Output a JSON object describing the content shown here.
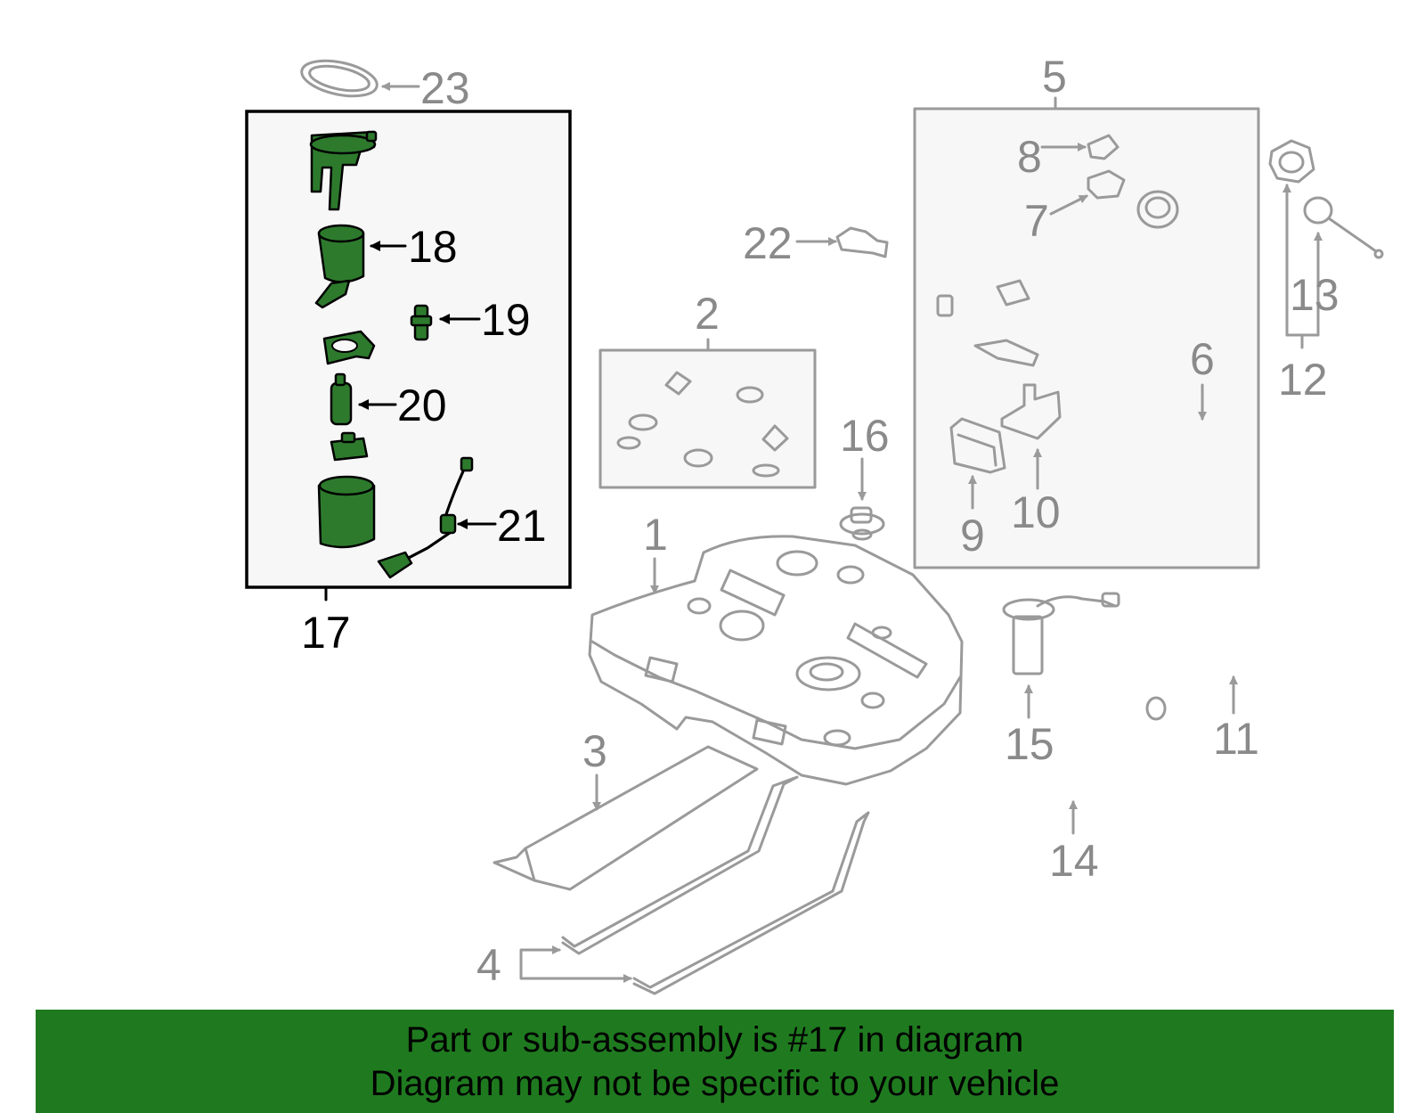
{
  "colors": {
    "highlight": "#2d7a2d",
    "banner": "#1f7a1f",
    "part_line": "#9a9a9a"
  },
  "callouts": {
    "c1": "1",
    "c2": "2",
    "c3": "3",
    "c4": "4",
    "c5": "5",
    "c6": "6",
    "c7": "7",
    "c8": "8",
    "c9": "9",
    "c10": "10",
    "c11": "11",
    "c12": "12",
    "c13": "13",
    "c14": "14",
    "c15": "15",
    "c16": "16",
    "c17": "17",
    "c18": "18",
    "c19": "19",
    "c20": "20",
    "c21": "21",
    "c22": "22",
    "c23": "23"
  },
  "banner": {
    "line1": "Part or sub-assembly is #17 in diagram",
    "line2": "Diagram may not be specific to your vehicle"
  }
}
